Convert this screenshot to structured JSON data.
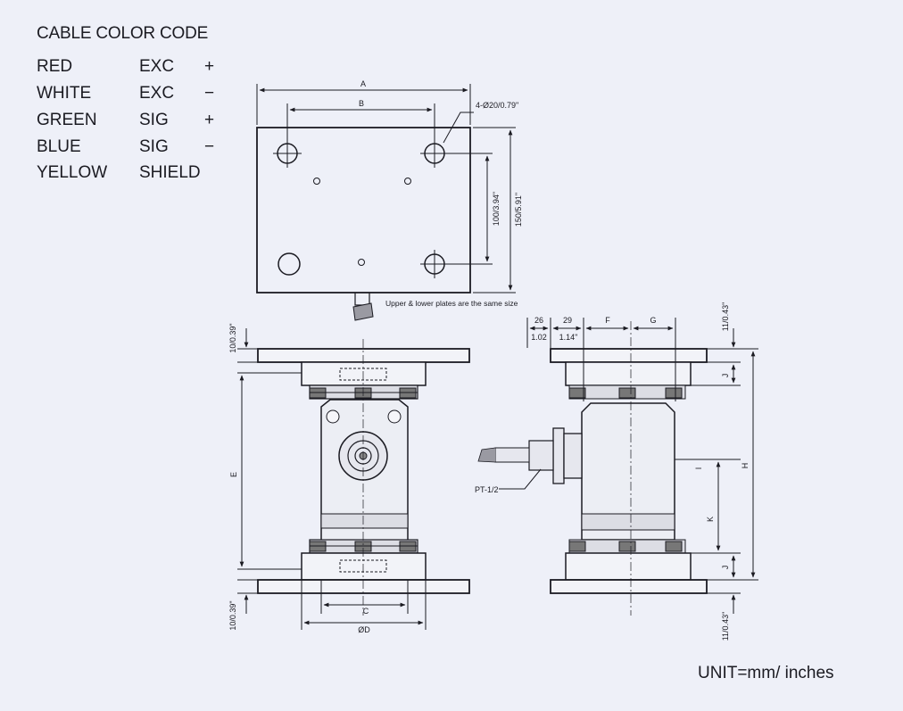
{
  "legend": {
    "title": "CABLE COLOR CODE",
    "rows": [
      {
        "color": "RED",
        "signal": "EXC",
        "polarity": "+"
      },
      {
        "color": "WHITE",
        "signal": "EXC",
        "polarity": "−"
      },
      {
        "color": "GREEN",
        "signal": "SIG",
        "polarity": "+"
      },
      {
        "color": "BLUE",
        "signal": "SIG",
        "polarity": "−"
      },
      {
        "color": "YELLOW",
        "signal": "SHIELD",
        "polarity": ""
      }
    ]
  },
  "top_view": {
    "dim_a": "A",
    "dim_b": "B",
    "hole_callout": "4-Ø20/0.79\"",
    "dim_100": "100/3.94\"",
    "dim_150": "150/5.91\"",
    "note": "Upper & lower plates are the same size"
  },
  "front_view": {
    "dim_top_plate": "10/0.39\"",
    "dim_bottom_plate": "10/0.39\"",
    "dim_e": "E",
    "dim_c": "C",
    "dim_d": "ØD"
  },
  "side_view": {
    "dim_26": "26",
    "dim_1_02": "1.02",
    "dim_29": "29",
    "dim_1_14": "1.14\"",
    "dim_f": "F",
    "dim_g": "G",
    "dim_top": "11/0.43\"",
    "dim_bottom": "11/0.43\"",
    "dim_j_top": "J",
    "dim_j_bottom": "J",
    "dim_h": "H",
    "dim_i": "I",
    "dim_k": "K",
    "thread_label": "PT-1/2"
  },
  "unit_label": "UNIT=mm/ inches",
  "colors": {
    "background": "#eef0f8",
    "ink": "#1b1b22"
  }
}
